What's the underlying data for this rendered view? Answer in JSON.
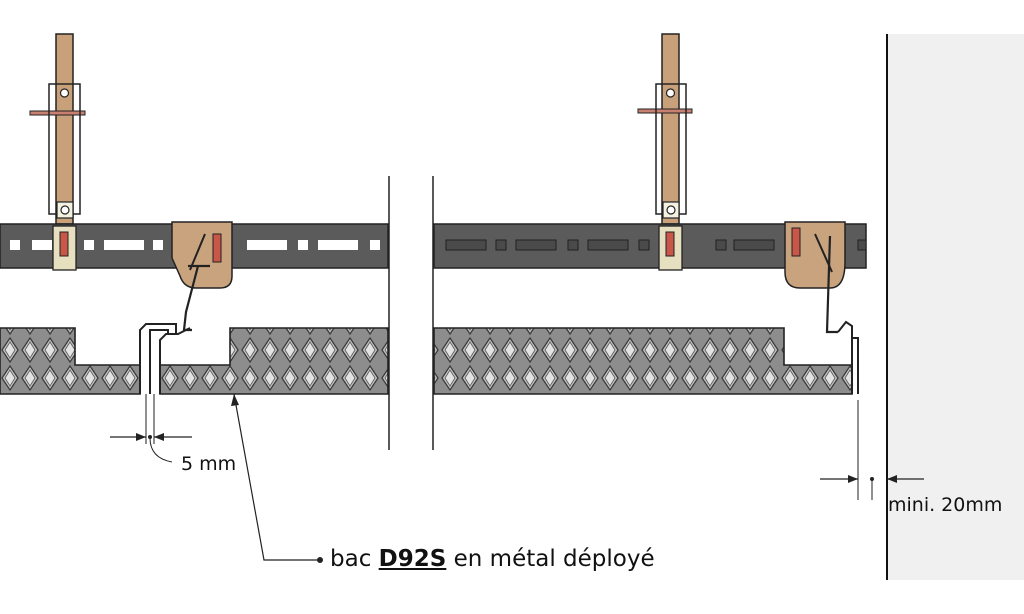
{
  "annotations": {
    "gap": "5 mm",
    "wall_min": "mini. 20mm",
    "product": {
      "prefix": "bac ",
      "code": "D92S",
      "suffix": " en métal déployé"
    }
  },
  "colors": {
    "rail": "#5b5b5b",
    "rail_slot": "#ffffff",
    "hanger_wood": "#c8a07a",
    "bracket": "#c9a27e",
    "tab": "#c8574a",
    "mesh_fill": "#8a8a8a",
    "wall": "#f0f0f0"
  }
}
